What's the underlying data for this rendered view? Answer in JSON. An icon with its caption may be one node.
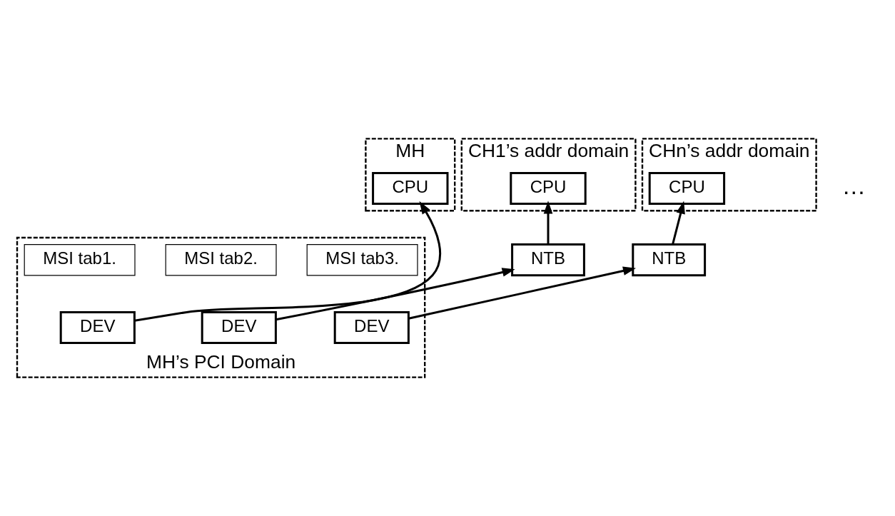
{
  "diagram": {
    "nodes": [
      {
        "text": [
          "MH"
        ]
      },
      {
        "text": [
          "CPU"
        ],
        "in": 0
      },
      {
        "text": [
          "CH1’s addr domain"
        ]
      },
      {
        "text": [
          "CPU"
        ],
        "in": 2
      },
      {
        "text": [
          "CHn’s addr domain"
        ]
      },
      {
        "text": [
          "CPU"
        ],
        "in": 4
      },
      {
        "text": [
          "MH’s PCI Domain"
        ]
      },
      {
        "text": [
          "NTB"
        ]
      },
      {
        "text": [
          "NTB"
        ]
      },
      {
        "text": [
          "DEV"
        ],
        "in": 6
      },
      {
        "text": [
          "DEV"
        ],
        "in": 6
      },
      {
        "text": [
          "DEV"
        ],
        "in": 6
      },
      {
        "text": [
          "MSI tab1."
        ],
        "in": 6
      },
      {
        "text": [
          "MSI tab2."
        ],
        "in": 6
      },
      {
        "text": [
          "MSI tab3."
        ],
        "in": 6
      }
    ],
    "edges": [
      {
        "from": 9,
        "to": 1,
        "arrow": "to"
      },
      {
        "from": 10,
        "to": 7,
        "arrow": "to"
      },
      {
        "from": 7,
        "to": 3,
        "arrow": "to"
      },
      {
        "from": 11,
        "to": 8,
        "arrow": "to"
      },
      {
        "from": 8,
        "to": 5,
        "arrow": "to"
      }
    ],
    "labels": [
      "…"
    ]
  }
}
